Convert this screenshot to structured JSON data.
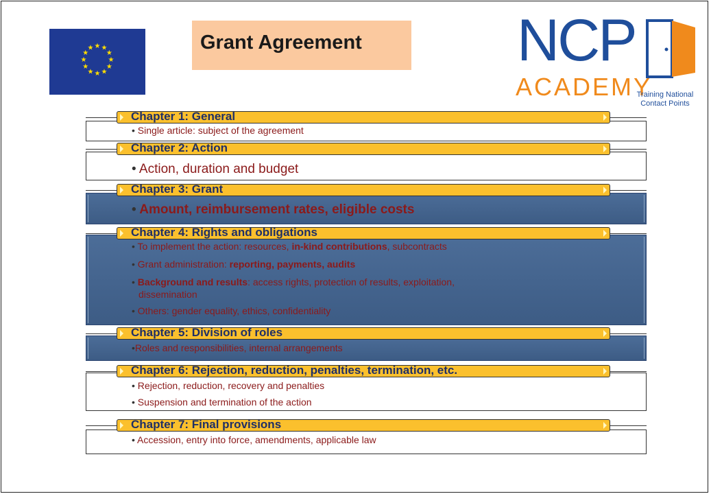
{
  "title": "Grant Agreement",
  "logo": {
    "name": "NCP",
    "subtitle": "ACADEMY",
    "tagline_line1": "Training National",
    "tagline_line2": "Contact Points"
  },
  "colors": {
    "title_bg": "#fbc99f",
    "header_bar": "#fbc02d",
    "header_text": "#1f2f66",
    "bullet_text": "#8b1a1a",
    "blue_box": "#4c6d98",
    "eu_blue": "#1f3a93",
    "eu_star": "#ffdd00",
    "logo_blue": "#1f4e9b",
    "logo_orange": "#f08a1c"
  },
  "chapters": [
    {
      "title": "Chapter 1: General",
      "bullets": [
        "Single article: subject of the agreement"
      ]
    },
    {
      "title": "Chapter 2: Action",
      "bullets": [
        "Action, duration and budget"
      ]
    },
    {
      "title": "Chapter 3: Grant",
      "bullets": [
        "Amount, reimbursement rates, eligible costs"
      ]
    },
    {
      "title": "Chapter 4: Rights and obligations",
      "bullets": [
        {
          "pre": "To implement the action: resources, ",
          "bold": "in-kind contributions",
          "post": ", subcontracts"
        },
        {
          "pre": "Grant administration:  ",
          "bold": "reporting, payments, audits",
          "post": ""
        },
        {
          "pre": "",
          "bold": "Background and results",
          "post": ":  access rights, protection of results, exploitation,",
          "cont": "dissemination"
        },
        {
          "pre": "Others: gender equality, ethics, confidentiality",
          "bold": "",
          "post": ""
        }
      ]
    },
    {
      "title": "Chapter 5: Division of roles",
      "bullets": [
        "Roles and responsibilities, internal arrangements"
      ]
    },
    {
      "title": "Chapter 6: Rejection, reduction, penalties, termination, etc.",
      "bullets": [
        "Rejection, reduction, recovery and penalties",
        "Suspension and termination of the action"
      ]
    },
    {
      "title": "Chapter 7: Final provisions",
      "bullets": [
        "Accession, entry into force, amendments, applicable law"
      ]
    }
  ]
}
